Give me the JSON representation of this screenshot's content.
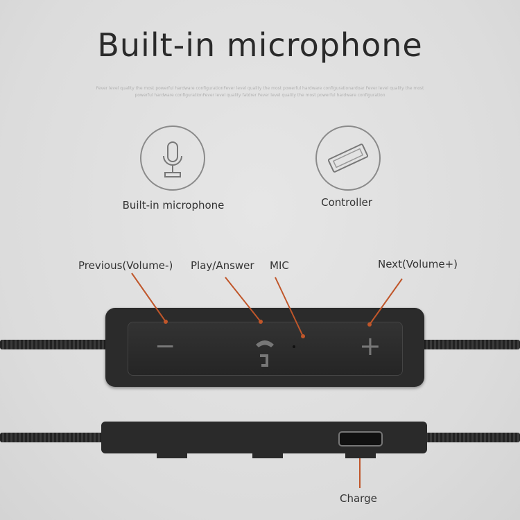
{
  "title": "Built-in microphone",
  "subtitle_lines": [
    "Fever level quality the most powerful hardware configurationFever level quality the most powerful hardware configurationardoar Fever level quality the most",
    "powerful hardware configurationFever level quality fatdrer Fever level quality the most powerful hardware configuration"
  ],
  "features": [
    {
      "icon": "microphone-icon",
      "label": "Built-in microphone"
    },
    {
      "icon": "controller-icon",
      "label": "Controller"
    }
  ],
  "callouts": {
    "previous": "Previous(Volume-)",
    "play": "Play/Answer",
    "mic": "MIC",
    "next": "Next(Volume+)",
    "charge": "Charge"
  },
  "buttons": {
    "minus": "−",
    "plus": "+"
  },
  "colors": {
    "callout_line": "#c0562a",
    "device": "#2b2b2b"
  }
}
